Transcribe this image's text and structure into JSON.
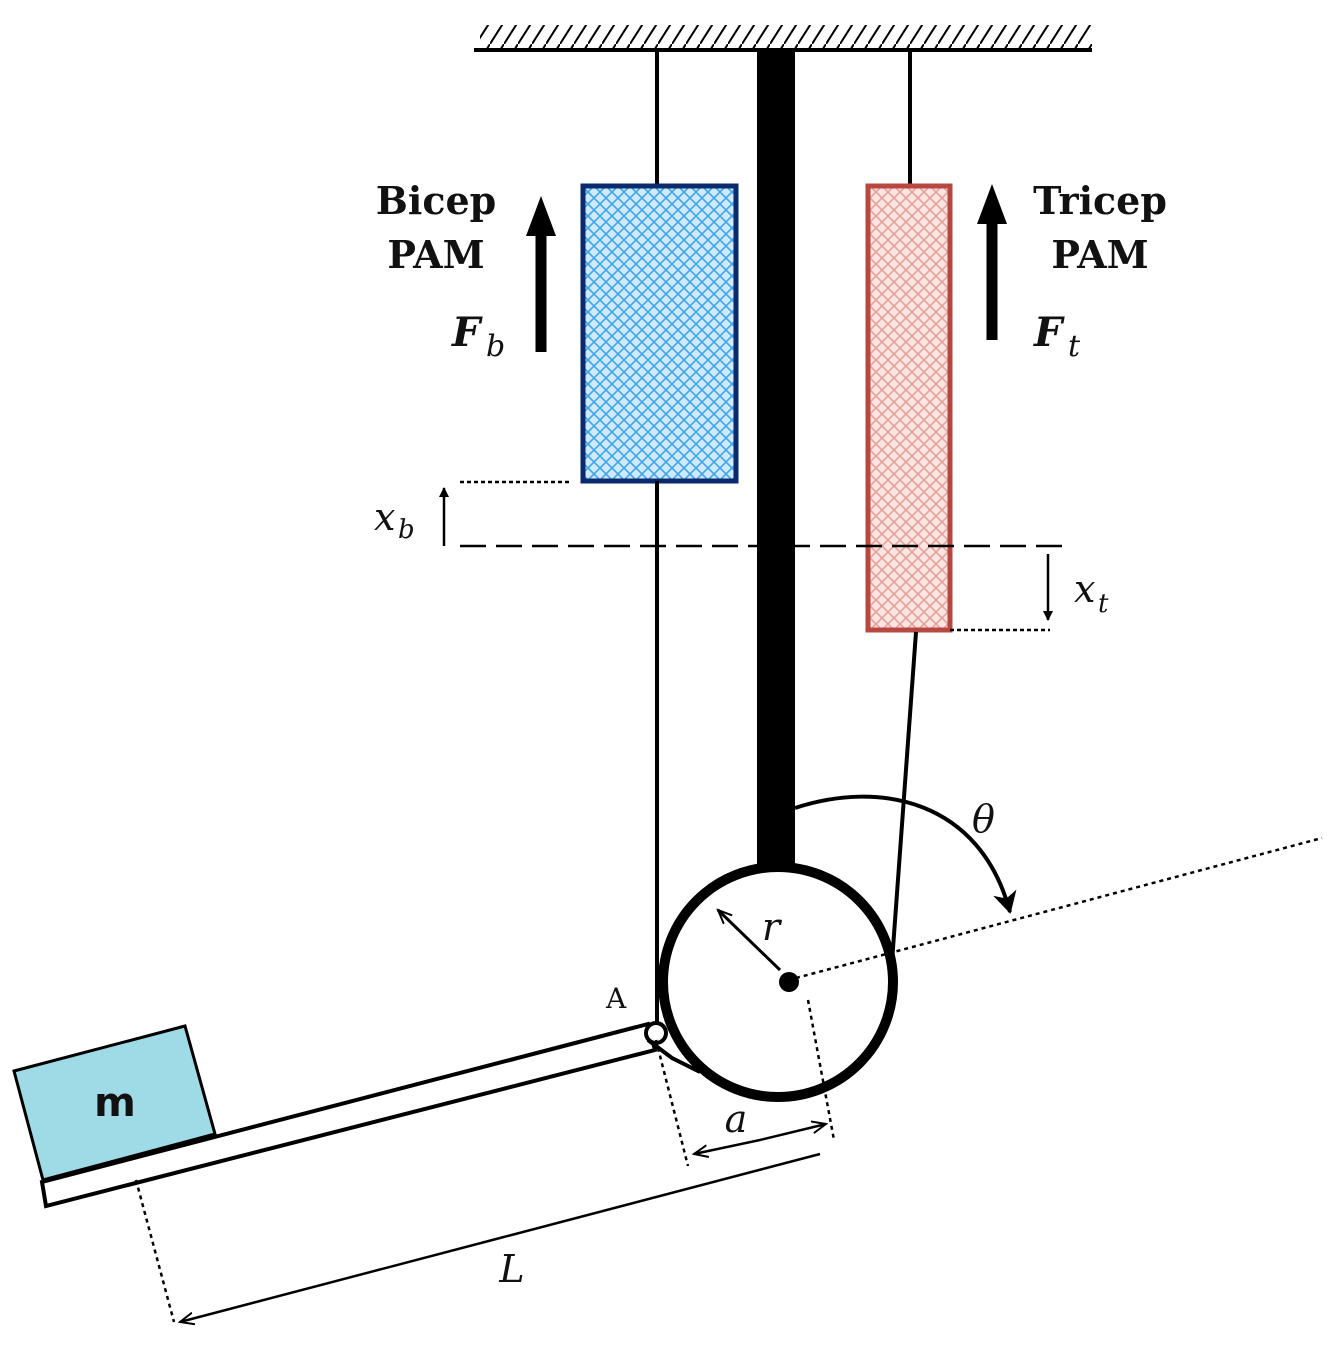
{
  "labels": {
    "bicep_line1": "Bicep",
    "bicep_line2": "PAM",
    "tricep_line1": "Tricep",
    "tricep_line2": "PAM",
    "force_bicep_main": "F",
    "force_bicep_sub": "b",
    "force_tricep_main": "F",
    "force_tricep_sub": "t",
    "disp_bicep_main": "x",
    "disp_bicep_sub": "b",
    "disp_tricep_main": "x",
    "disp_tricep_sub": "t",
    "theta": "θ",
    "radius": "r",
    "point_a": "A",
    "mass": "m",
    "offset_a": "a",
    "length_L": "L"
  },
  "colors": {
    "bicep_fill": "#cfe9fb",
    "bicep_mesh": "#3fa6e6",
    "bicep_border": "#0b2a6e",
    "tricep_fill": "#fbe4e1",
    "tricep_mesh": "#e3a39c",
    "tricep_border": "#b8473f",
    "mass_fill": "#9edbe6",
    "ink": "#000000"
  }
}
